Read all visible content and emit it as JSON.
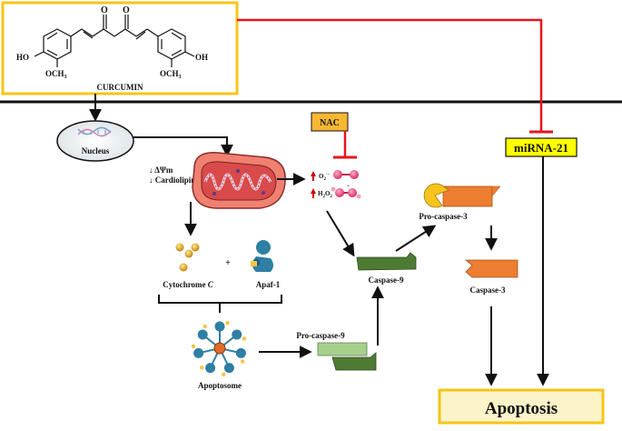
{
  "curcumin": {
    "label": "CURCUMIN",
    "atoms": {
      "o_left": "O",
      "o_right": "O",
      "ho": "HO",
      "oh": "OH",
      "och3_left": "OCH",
      "och3_right": "OCH",
      "sub3": "3"
    }
  },
  "nucleus": {
    "label": "Nucleus"
  },
  "mito": {
    "line1": "↓ ΔΨm",
    "line2": "↓ Cardiolipin"
  },
  "nac": {
    "label": "NAC"
  },
  "ros": {
    "superoxide": "O",
    "superoxide_sup": "2",
    "superoxide_charge": "·−",
    "h2o2_h": "H",
    "h2o2_sub": "2",
    "h2o2_o": "O",
    "h2o2_sub2": "2"
  },
  "mirna": {
    "label": "miRNA-21"
  },
  "cytochrome": {
    "label": "Cytochrome ",
    "italic": "C"
  },
  "plus": "+",
  "apaf": {
    "label": "Apaf-1"
  },
  "apoptosome": {
    "label": "Apoptosome"
  },
  "procaspase9": {
    "label": "Pro-caspase-9"
  },
  "caspase9": {
    "label": "Caspase-9"
  },
  "procaspase3": {
    "label": "Pro-caspase-3"
  },
  "caspase3": {
    "label": "Caspase-3"
  },
  "apoptosis": {
    "label": "Apoptosis"
  },
  "colors": {
    "curcumin_border": "#f5c518",
    "membrane": "#111111",
    "inhibit_red": "#e8141c",
    "mirna_fill": "#ffff00",
    "nac_fill": "#f7b733",
    "apoptosis_fill": "#fdf3c8",
    "apoptosis_border": "#f5c518",
    "caspase9_green": "#4e7b34",
    "procaspase9_light": "#a8d08d",
    "caspase3_orange": "#ed7d31",
    "pacman_yellow": "#f7c31c",
    "mito_outer": "#f08070",
    "mito_inner": "#d94a4a",
    "apaf_blue": "#2e7fa3",
    "ros_pink": "#f06090"
  }
}
